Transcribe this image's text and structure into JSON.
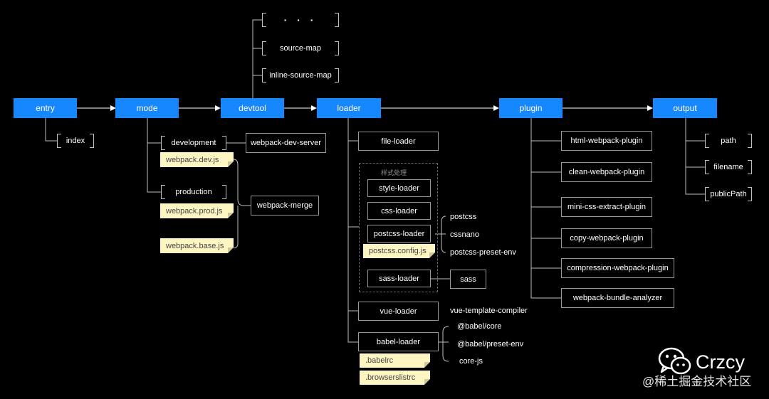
{
  "main_nodes": {
    "entry": "entry",
    "mode": "mode",
    "devtool": "devtool",
    "loader": "loader",
    "plugin": "plugin",
    "output": "output"
  },
  "entry": {
    "items": [
      "index"
    ]
  },
  "mode": {
    "development": "development",
    "production": "production",
    "dev_server": "webpack-dev-server",
    "merge": "webpack-merge",
    "files": [
      "webpack.dev.js",
      "webpack.prod.js",
      "webpack.base.js"
    ]
  },
  "devtool": {
    "options": [
      "· · ·",
      "source-map",
      "inline-source-map"
    ]
  },
  "loader": {
    "file_loader": "file-loader",
    "style_group_caption": "样式处理",
    "style_loader": "style-loader",
    "css_loader": "css-loader",
    "postcss_loader": "postcss-loader",
    "postcss_config": "postcss.config.js",
    "postcss_plugins": [
      "postcss",
      "cssnano",
      "postcss-preset-env"
    ],
    "sass_loader": "sass-loader",
    "sass": "sass",
    "vue_loader": "vue-loader",
    "vue_compiler": "vue-template-compiler",
    "babel_loader": "babel-loader",
    "babel_deps": [
      "@babel/core",
      "@babel/preset-env",
      "core-js"
    ],
    "babel_files": [
      ".babelrc",
      ".browserslistrc"
    ]
  },
  "plugin": {
    "items": [
      "html-webpack-plugin",
      "clean-webpack-plugin",
      "mini-css-extract-plugin",
      "copy-webpack-plugin",
      "compression-webpack-plugin",
      "webpack-bundle-analyzer"
    ]
  },
  "output": {
    "items": [
      "path",
      "filename",
      "publicPath"
    ]
  },
  "watermark": {
    "brand": "Crzcy",
    "site": "@稀土掘金技术社区"
  },
  "colors": {
    "main_node": "#1787ff",
    "note": "#fdf6c3",
    "background": "#000000",
    "line": "#bfbfbf"
  }
}
